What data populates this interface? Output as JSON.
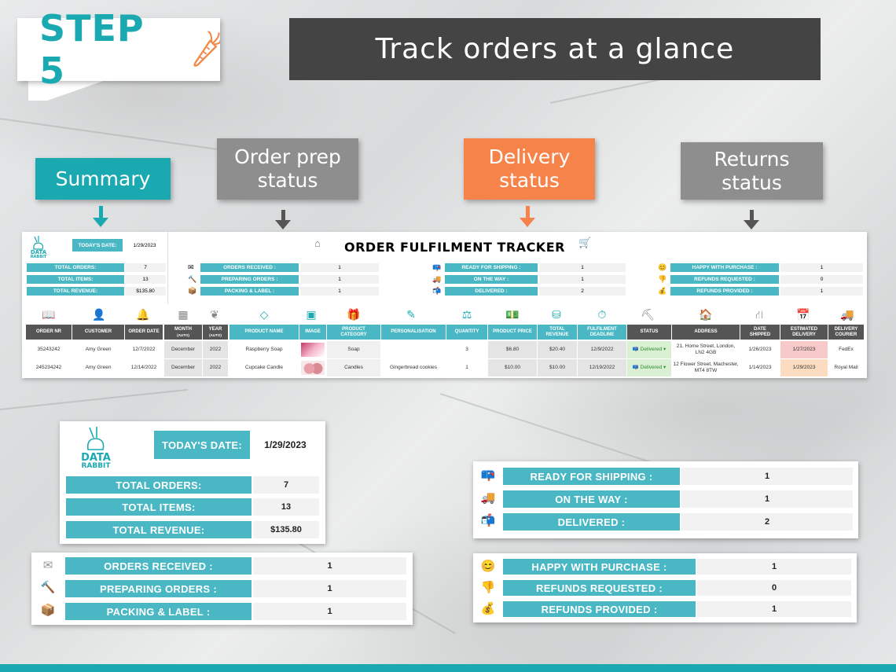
{
  "step": {
    "label": "STEP 5"
  },
  "headline": "Track orders at a glance",
  "callouts": {
    "summary": "Summary",
    "order_prep": "Order prep status",
    "delivery": "Delivery status",
    "returns": "Returns status"
  },
  "colors": {
    "teal": "#4ab7c4",
    "orange": "#f5834a",
    "gray": "#8e8e8e",
    "dark": "#444444"
  },
  "logo": {
    "line1": "DATA",
    "line2": "RABBIT"
  },
  "tracker": {
    "title": "ORDER FULFILMENT TRACKER",
    "todays_date_label": "TODAY'S DATE:",
    "todays_date": "1/29/2023",
    "summary": [
      {
        "label": "TOTAL ORDERS:",
        "value": "7"
      },
      {
        "label": "TOTAL ITEMS:",
        "value": "13"
      },
      {
        "label": "TOTAL REVENUE:",
        "value": "$135.80"
      }
    ],
    "prep": [
      {
        "label": "ORDERS RECEIVED :",
        "value": "1",
        "icon": "envelope-icon"
      },
      {
        "label": "PREPARING ORDERS :",
        "value": "1",
        "icon": "hammer-icon"
      },
      {
        "label": "PACKING & LABEL :",
        "value": "1",
        "icon": "package-icon"
      }
    ],
    "delivery": [
      {
        "label": "READY FOR SHIPPING :",
        "value": "1",
        "icon": "mailbox-icon"
      },
      {
        "label": "ON THE WAY :",
        "value": "1",
        "icon": "truck-icon"
      },
      {
        "label": "DELIVERED :",
        "value": "2",
        "icon": "postbox-icon"
      }
    ],
    "returns": [
      {
        "label": "HAPPY WITH PURCHASE :",
        "value": "1",
        "icon": "smiley-icon"
      },
      {
        "label": "REFUNDS REQUESTED :",
        "value": "0",
        "icon": "refund-icon"
      },
      {
        "label": "REFUNDS PROVIDED :",
        "value": "1",
        "icon": "moneybag-icon"
      }
    ],
    "columns": {
      "order_nr": "ORDER NR",
      "customer": "CUSTOMER",
      "order_date": "ORDER DATE",
      "month": "MONTH",
      "month_sub": "(AUTO)",
      "year": "YEAR",
      "year_sub": "(AUTO)",
      "product_name": "PRODUCT NAME",
      "image": "IMAGE",
      "product_category_1": "PRODUCT",
      "product_category_2": "CATEGORY",
      "personalisation": "PERSONALISATION",
      "quantity": "QUANTITY",
      "product_price": "PRODUCT PRICE",
      "total_revenue_1": "TOTAL",
      "total_revenue_2": "REVENUE",
      "fulfilment_1": "FULFILMENT",
      "fulfilment_2": "DEADLINE",
      "status": "STATUS",
      "address": "ADDRESS",
      "date_shipped_1": "DATE",
      "date_shipped_2": "SHIPPED",
      "estimated_1": "ESTIMATED",
      "estimated_2": "DELIVERY",
      "courier_1": "DELIVERY",
      "courier_2": "COURIER"
    },
    "rows": [
      {
        "order_nr": "35243242",
        "customer": "Amy Green",
        "order_date": "12/7/2022",
        "month": "December",
        "year": "2022",
        "product_name": "Raspberry Soap",
        "product_category": "Soap",
        "personalisation": "",
        "quantity": "3",
        "product_price": "$6.80",
        "total_revenue": "$20.40",
        "fulfilment_deadline": "12/9/2022",
        "status": "Delivered",
        "address_1": "21, Home Street, London,",
        "address_2": "LN2 4GB",
        "date_shipped": "1/26/2023",
        "estimated_delivery": "1/27/2023",
        "courier": "FedEx",
        "est_color": "#f7c9c9"
      },
      {
        "order_nr": "245234242",
        "customer": "Amy Green",
        "order_date": "12/14/2022",
        "month": "December",
        "year": "2022",
        "product_name": "Cupcake Candle",
        "product_category": "Candles",
        "personalisation": "Gingerbread cookies",
        "quantity": "1",
        "product_price": "$10.00",
        "total_revenue": "$10.00",
        "fulfilment_deadline": "12/19/2022",
        "status": "Delivered",
        "address_1": "12 Flower Street, Machester,",
        "address_2": "MT4 8TW",
        "date_shipped": "1/14/2023",
        "estimated_delivery": "1/29/2023",
        "courier": "Royal Mail",
        "est_color": "#fbdcc0"
      }
    ]
  }
}
